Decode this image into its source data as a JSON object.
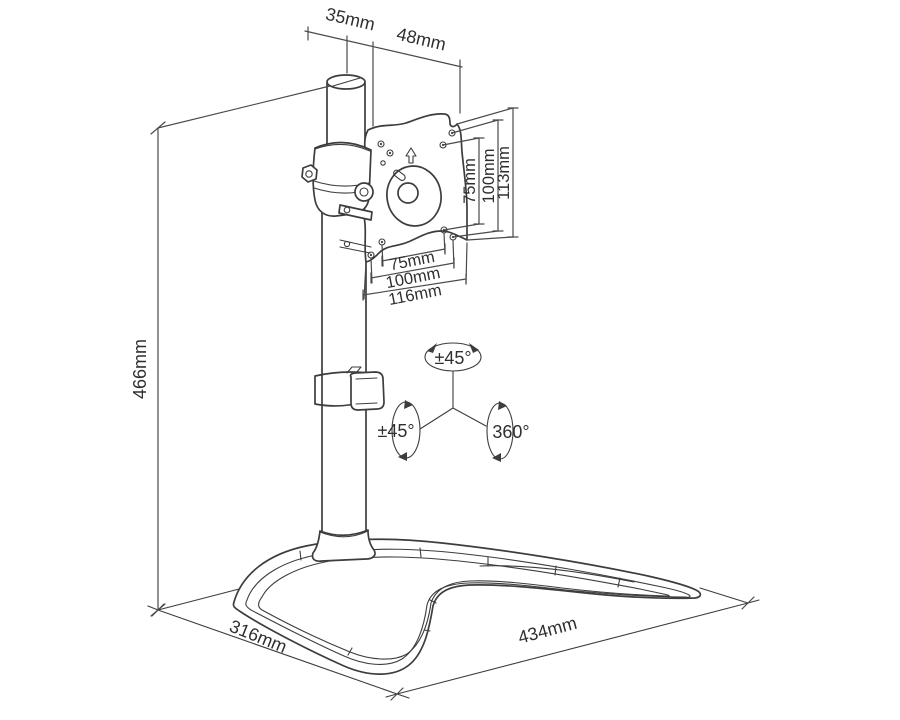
{
  "diagram": {
    "type": "product-dimension-drawing",
    "subject": "single monitor desk stand with VESA plate and curved base"
  },
  "colors": {
    "background": "#ffffff",
    "line": "#3d3d3d",
    "text": "#2f2f2f"
  },
  "dims": {
    "pole_diameter": "35mm",
    "pole_to_plate": "48mm",
    "stand_height": "466mm",
    "vesa_vertical": [
      "75mm",
      "100mm",
      "113mm"
    ],
    "vesa_horizontal": [
      "75mm",
      "100mm",
      "116mm"
    ],
    "base_depth": "316mm",
    "base_width": "434mm"
  },
  "rotation": {
    "tilt": "±45°",
    "swivel": "±45°",
    "spin": "360°"
  }
}
